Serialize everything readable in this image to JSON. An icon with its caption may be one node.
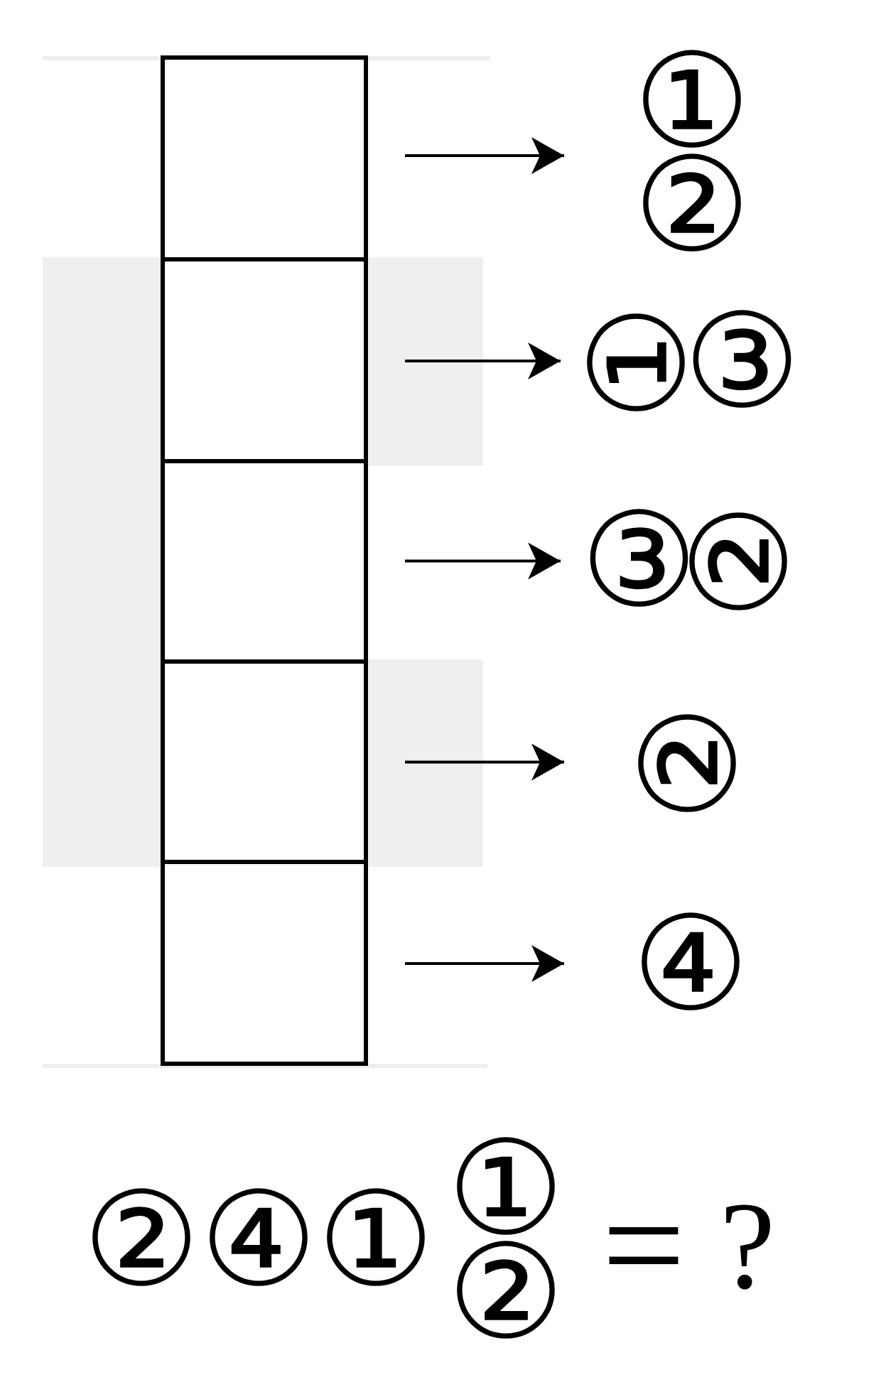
{
  "diagram": {
    "nodes": [
      {
        "text": [],
        "shape": "box"
      },
      {
        "text": [
          "① ②"
        ]
      },
      {
        "text": [],
        "shape": "box"
      },
      {
        "text": [
          "①③"
        ]
      },
      {
        "text": [],
        "shape": "box"
      },
      {
        "text": [
          "③②"
        ]
      },
      {
        "text": [],
        "shape": "box"
      },
      {
        "text": [
          "②"
        ]
      },
      {
        "text": [],
        "shape": "box"
      },
      {
        "text": [
          "④"
        ]
      }
    ],
    "edges": [
      {
        "from": 0,
        "to": 1,
        "arrow": "to"
      },
      {
        "from": 2,
        "to": 3,
        "arrow": "to"
      },
      {
        "from": 4,
        "to": 5,
        "arrow": "to"
      },
      {
        "from": 6,
        "to": 7,
        "arrow": "to"
      },
      {
        "from": 8,
        "to": 9,
        "arrow": "to"
      }
    ],
    "labels": [
      "②④①",
      "① ②",
      "=",
      "?"
    ]
  }
}
